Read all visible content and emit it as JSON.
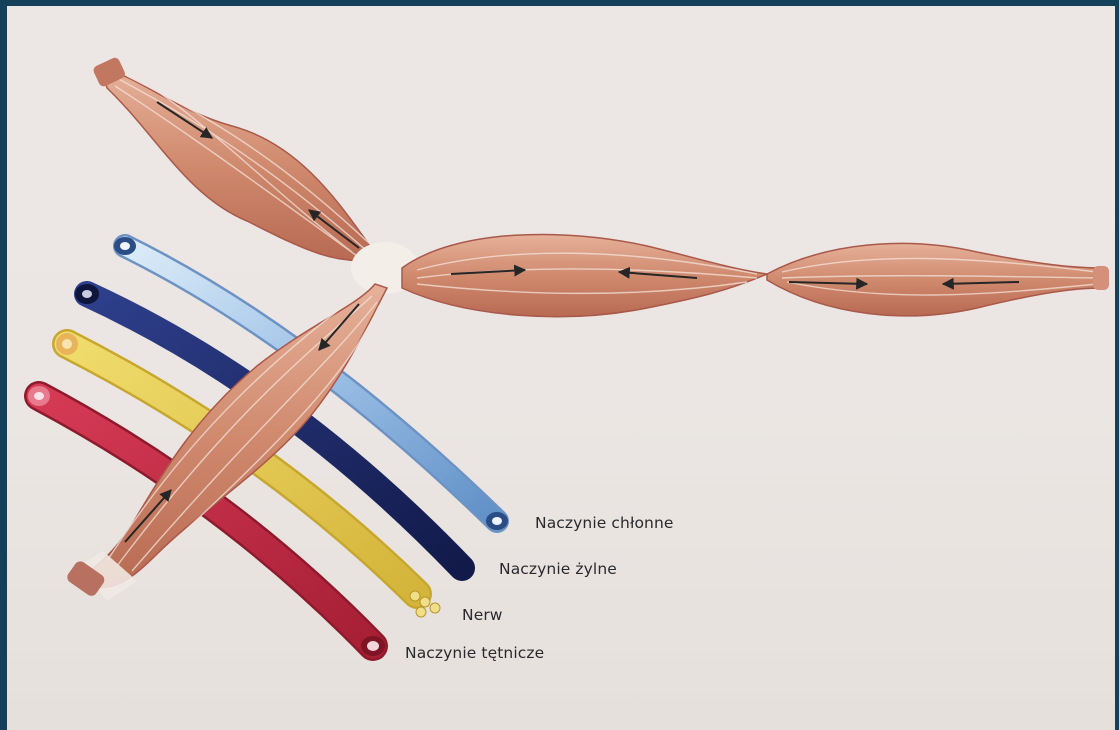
{
  "labels": {
    "lymph_vessel": "Naczynie chłonne",
    "vein": "Naczynie żylne",
    "nerve": "Nerw",
    "artery": "Naczynie tętnicze"
  },
  "colors": {
    "frame": "#14405a",
    "paper": "#ece7e4",
    "muscle": "#d99a80",
    "muscle_dark": "#b4634c",
    "tendon": "#f3ece6",
    "lymph_vessel": "#a8c8e8",
    "vein": "#1c2a6e",
    "nerve": "#e3c94a",
    "artery": "#c7304a",
    "arrow": "#2a2a2a"
  }
}
